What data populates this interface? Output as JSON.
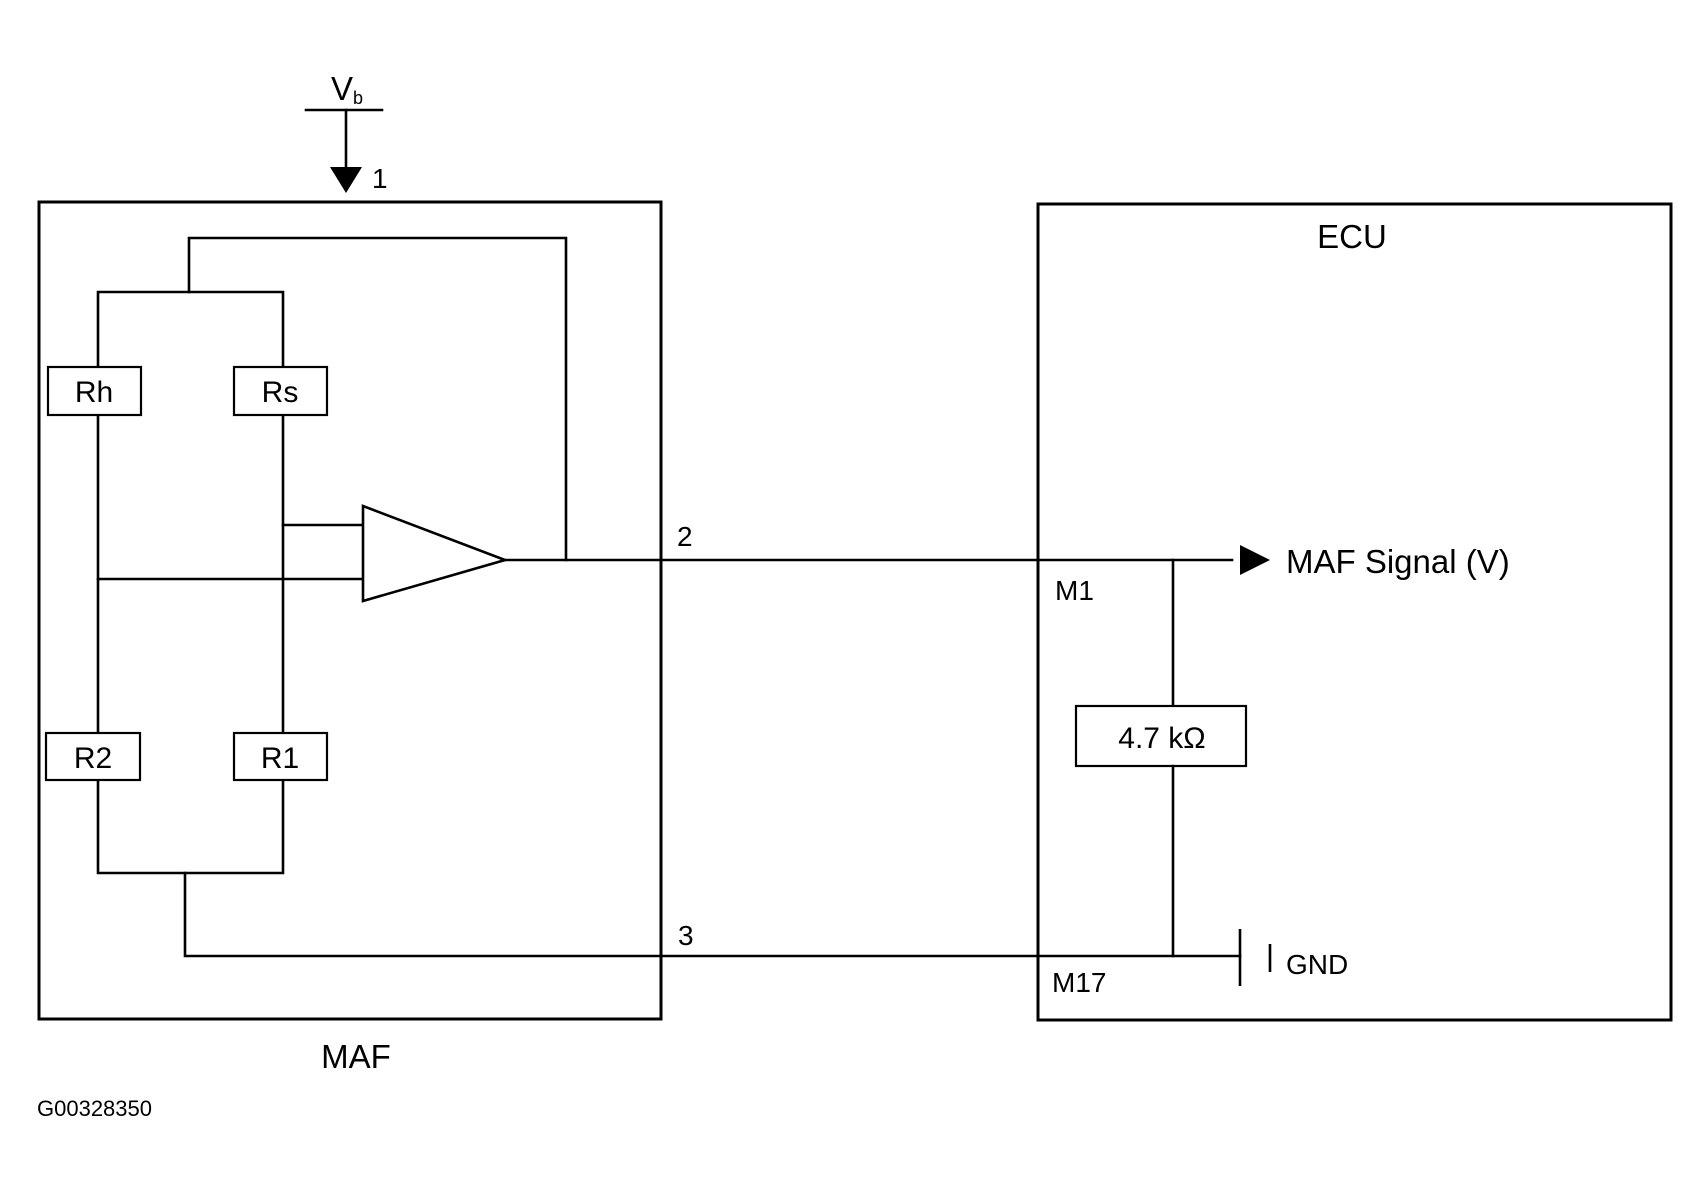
{
  "supply": {
    "label_main": "V",
    "label_sub": "b",
    "pin": "1"
  },
  "maf": {
    "caption": "MAF",
    "resistors": {
      "rh": "Rh",
      "rs": "Rs",
      "r2": "R2",
      "r1": "R1"
    },
    "pins": {
      "signal": "2",
      "ground": "3"
    }
  },
  "ecu": {
    "title": "ECU",
    "pins": {
      "signal": "M1",
      "ground": "M17"
    },
    "resistor": "4.7 kΩ",
    "signal_label": "MAF Signal (V)",
    "ground_label": "GND"
  },
  "figure_id": "G00328350"
}
